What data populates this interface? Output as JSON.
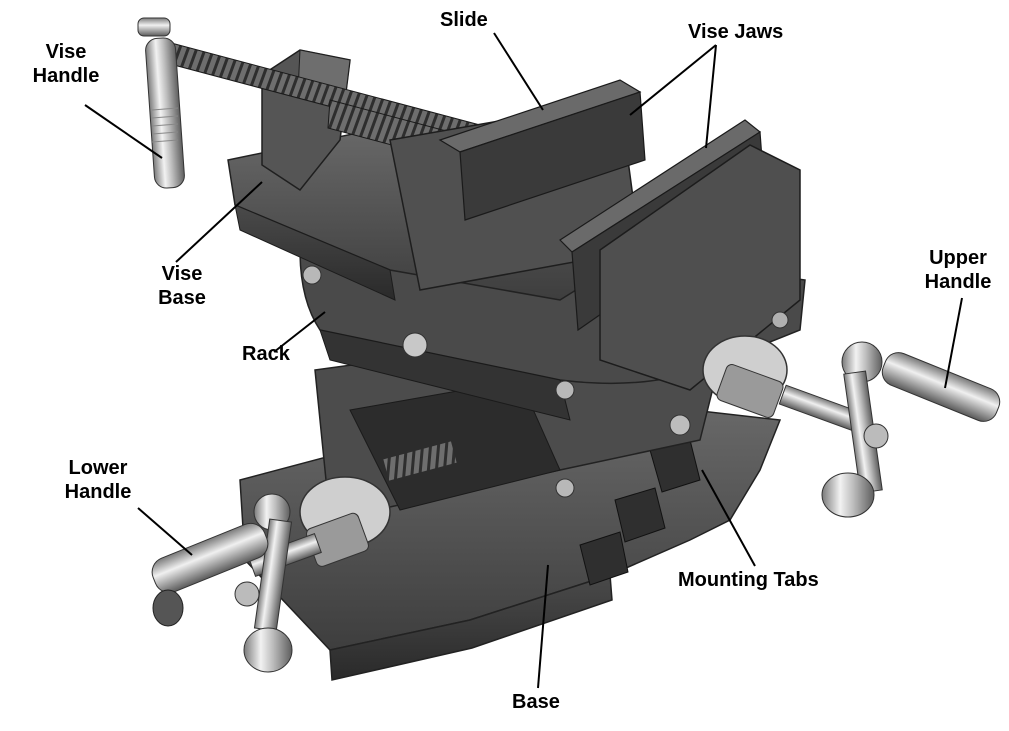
{
  "labels": {
    "vise_handle": {
      "line1": "Vise",
      "line2": "Handle"
    },
    "slide": "Slide",
    "vise_jaws": "Vise Jaws",
    "vise_base": {
      "line1": "Vise",
      "line2": "Base"
    },
    "upper_handle": {
      "line1": "Upper",
      "line2": "Handle"
    },
    "rack": "Rack",
    "lower_handle": {
      "line1": "Lower",
      "line2": "Handle"
    },
    "mounting_tabs": "Mounting Tabs",
    "base": "Base"
  },
  "colors": {
    "metal_dark": "#3b3b3b",
    "metal_mid": "#5a5a5a",
    "metal_light": "#8a8a8a",
    "chrome": "#cfcfcf",
    "leader": "#000000"
  }
}
